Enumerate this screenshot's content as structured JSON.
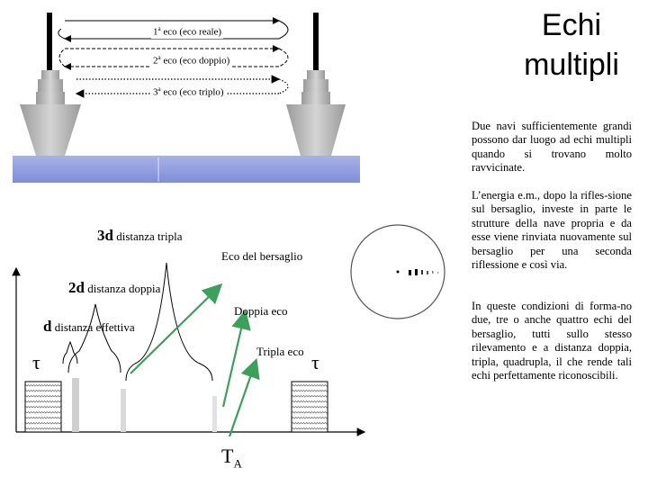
{
  "title": "Echi multipli",
  "paragraphs": [
    "Due navi sufficientemente grandi possono dar luogo ad echi multipli quando si trovano molto ravvicinate.",
    "L’energia e.m., dopo la rifles-sione sul bersaglio, investe in parte le strutture della nave propria e da esse viene rinviata nuovamente sul bersaglio per una seconda riflessione e così via.",
    "In queste condizioni di forma-no due, tre o anche quattro echi del bersaglio, tutti sullo stesso rilevamento e a distanza doppia, tripla, quadrupla, il che rende tali echi perfettamente riconoscibili."
  ],
  "echo_paths": [
    {
      "num": "1",
      "sup": "a",
      "text": " eco (eco reale)"
    },
    {
      "num": "2",
      "sup": "a",
      "text": " eco (eco doppio)"
    },
    {
      "num": "3",
      "sup": "a",
      "text": " eco (eco triplo)"
    }
  ],
  "distances": {
    "triple": {
      "big": "3d",
      "text": " distanza tripla"
    },
    "double": {
      "big": "2d",
      "text": " distanza doppia"
    },
    "single": {
      "big": "d",
      "text": " distanza effettiva"
    }
  },
  "echo_labels": {
    "target": "Eco del bersaglio",
    "double": "Doppia eco",
    "triple": "Tripla eco"
  },
  "symbols": {
    "tau": "τ",
    "ta_main": "T",
    "ta_sub": "A"
  },
  "colors": {
    "ship": "#b4b4b4",
    "sea": "#8f9cdc",
    "arrow": "#3aa05a",
    "pulse": "#cfcfcf"
  }
}
